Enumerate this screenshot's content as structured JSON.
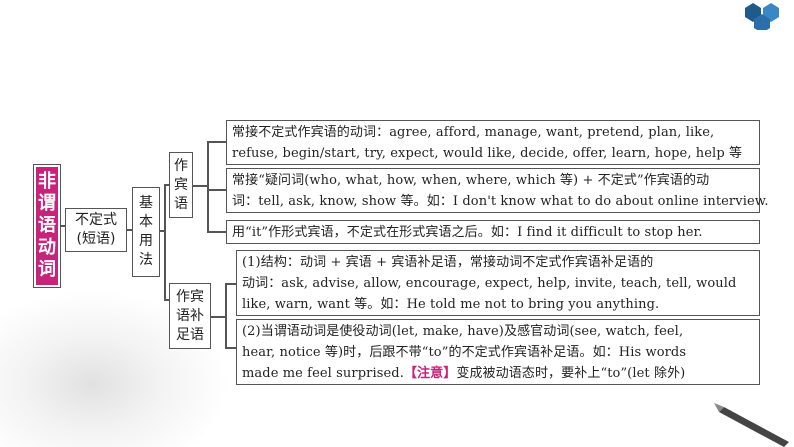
{
  "title_chars": [
    "非",
    "谓",
    "语",
    "动",
    "词"
  ],
  "node_infinitive": [
    "不定式",
    "(短语)"
  ],
  "node_basic_usage": [
    "基",
    "本",
    "用",
    "法"
  ],
  "node_object": [
    "作",
    "宾",
    "语"
  ],
  "node_complement": [
    "作宾",
    "语补",
    "足语"
  ],
  "object_items": [
    {
      "lines": [
        "常接不定式作宾语的动词：agree, afford, manage, want, pretend, plan, like,",
        "refuse, begin/start, try, expect, would like, decide, offer, learn, hope, help 等"
      ]
    },
    {
      "lines": [
        "常接“疑问词(who, what, how, when, where, which 等) + 不定式”作宾语的动",
        "词：tell, ask, know, show 等。如：I don't know what to do about online interview."
      ]
    },
    {
      "lines": [
        "用“it”作形式宾语，不定式在形式宾语之后。如：I find it difficult to stop her."
      ]
    }
  ],
  "complement_items": [
    {
      "lines": [
        "(1)结构：动词 + 宾语 + 宾语补足语，常接动词不定式作宾语补足语的",
        "动词：ask, advise, allow, encourage, expect, help, invite, teach, tell, would",
        "like, warn, want 等。如：He told me not to bring you anything."
      ]
    },
    {
      "line1": "(2)当谓语动词是使役动词(let, make, have)及感官动词(see, watch, feel,",
      "line2": "hear, notice 等)时，后跟不带“to”的不定式作宾语补足语。如：His words",
      "line3_before": "made me feel surprised.",
      "line3_note": "【注意】",
      "line3_after": "变成被动语态时，要补上“to”(let 除外)"
    }
  ]
}
